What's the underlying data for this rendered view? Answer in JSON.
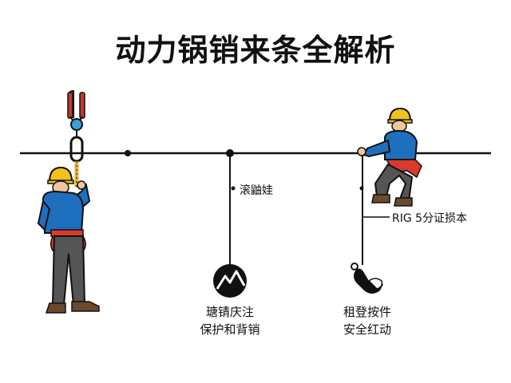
{
  "title": "动力锅销来条全解析",
  "labels": {
    "mid_label": "滚鼬娃",
    "right_label": "RIG 5分证损本"
  },
  "captions": {
    "left": [
      "瑭锖庆注",
      "保护和背销"
    ],
    "right": [
      "租登按件",
      "安全红动"
    ]
  },
  "colors": {
    "shirt": "#1f6fbf",
    "helmet": "#f3c21a",
    "harness": "#d93a2b",
    "pants": "#555555",
    "lanyard_hook": "#c0392b",
    "swivel": "#3aa1d8",
    "line": "#111111"
  },
  "icons": {
    "left_worker": "worker-climbing-icon",
    "right_worker": "worker-on-line-icon",
    "mid_badge": "mountain-badge-icon",
    "right_badge": "hook-clip-icon"
  }
}
